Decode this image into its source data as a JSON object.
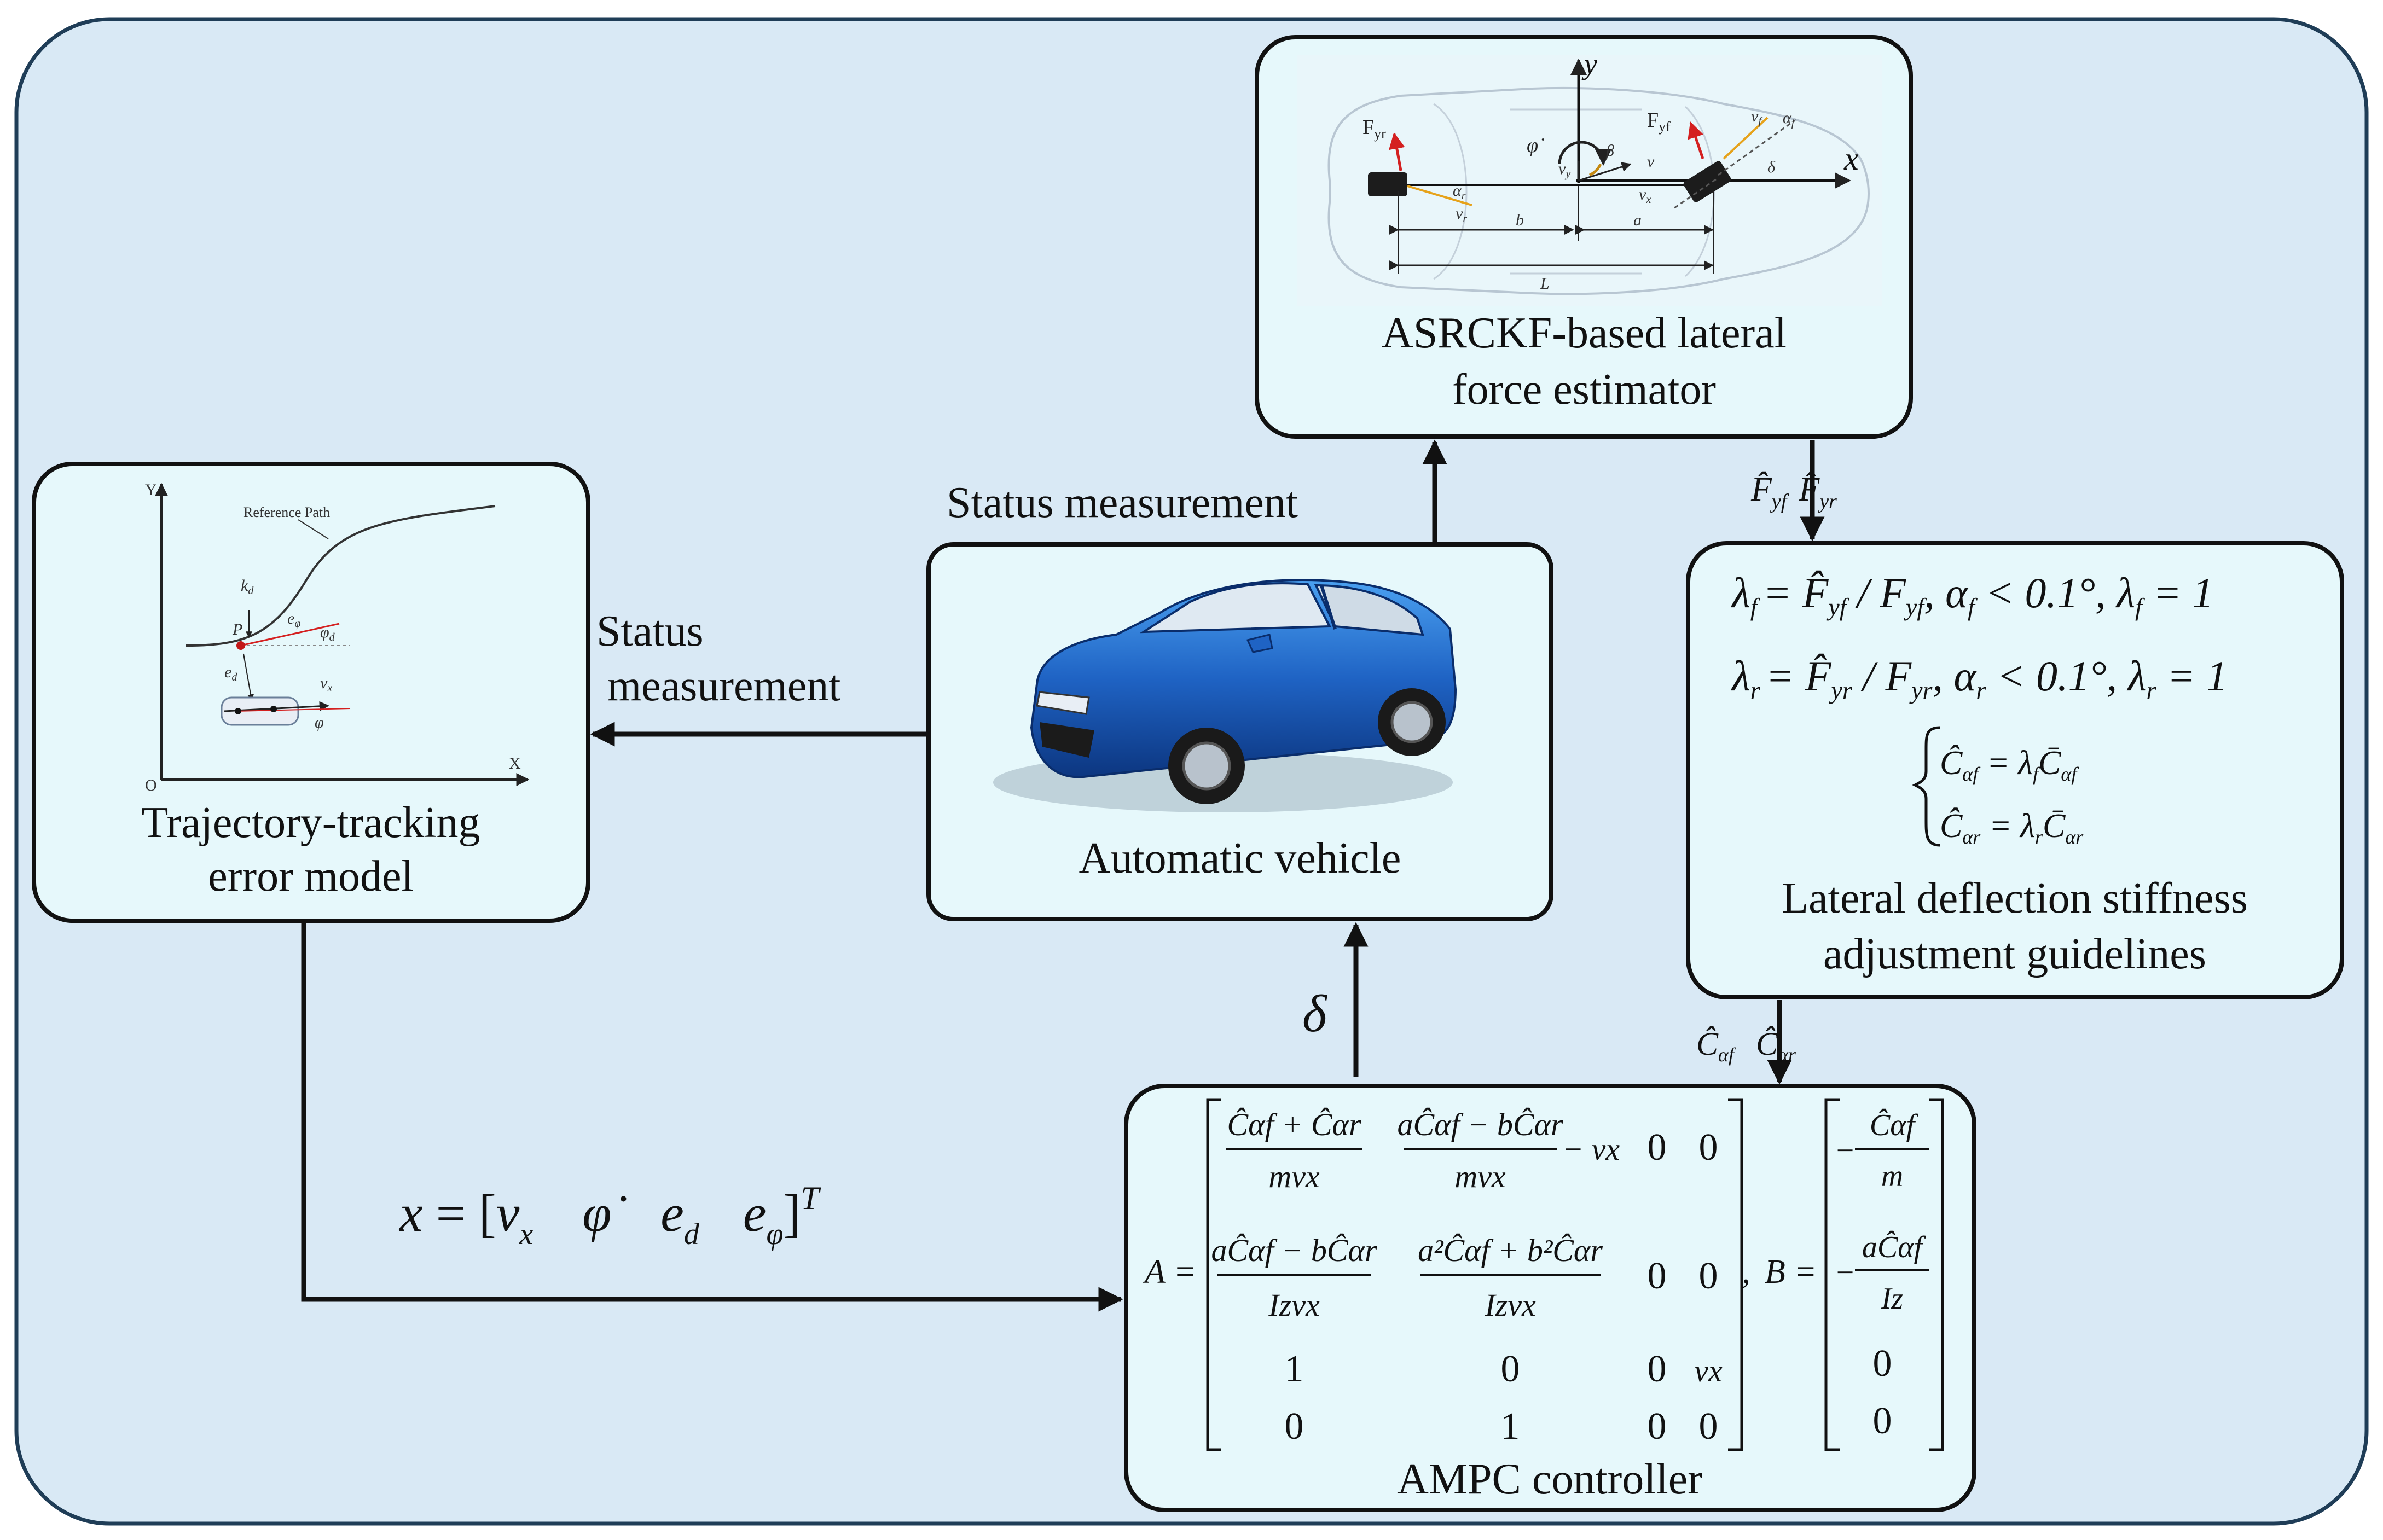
{
  "nodes": {
    "estimator": {
      "title_line1": "ASRCKF-based   lateral",
      "title_line2": "force estimator",
      "sketch": {
        "axis_y": "y",
        "axis_x": "x",
        "fyr": "F",
        "fyr_sub": "yr",
        "fyf": "F",
        "fyf_sub": "yf",
        "phi": "φ̇",
        "beta": "β",
        "vy": "v",
        "vy_sub": "y",
        "v": "v",
        "vx": "v",
        "vx_sub": "x",
        "vf": "v",
        "vf_sub": "f",
        "af": "α",
        "af_sub": "f",
        "delta": "δ",
        "ar": "α",
        "ar_sub": "r",
        "vr": "v",
        "vr_sub": "r",
        "b": "b",
        "a": "a",
        "L": "L"
      }
    },
    "vehicle": {
      "title": "Automatic vehicle"
    },
    "error_model": {
      "title_line1": "Trajectory-tracking",
      "title_line2": "error model",
      "sketch": {
        "y_axis": "Y",
        "x_axis": "X",
        "origin": "O",
        "reference": "Reference Path",
        "kd": "k",
        "kd_sub": "d",
        "p": "P",
        "ephi": "e",
        "ephi_sub": "φ",
        "phid": "φ",
        "phid_sub": "d",
        "ed": "e",
        "ed_sub": "d",
        "vx": "v",
        "vx_sub": "x",
        "phi": "φ"
      }
    },
    "stiffness": {
      "title_line1": "Lateral deflection stiffness",
      "title_line2": "adjustment guidelines",
      "eq1": {
        "lhs": "λ",
        "lhs_sub": "f",
        "rhs": "= F̂",
        "rhs_sub": "yf",
        "div": " / F",
        "div_sub": "yf",
        "cond": ",   α",
        "cond_sub": "f",
        "cond_rest": " < 0.1°, λ",
        "cond_sub2": "f",
        "tail": " = 1"
      },
      "eq2": {
        "lhs": "λ",
        "lhs_sub": "r",
        "rhs": "= F̂",
        "rhs_sub": "yr",
        "div": " / F",
        "div_sub": "yr",
        "cond": ",   α",
        "cond_sub": "r",
        "cond_rest": " < 0.1°, λ",
        "cond_sub2": "r",
        "tail": " = 1"
      },
      "sys1": {
        "lhs": "Ĉ",
        "lhs_sub": "αf",
        "mid": " = λ",
        "mid_sub": "f",
        "rhs": "C̄",
        "rhs_sub": "αf"
      },
      "sys2": {
        "lhs": "Ĉ",
        "lhs_sub": "αr",
        "mid": " = λ",
        "mid_sub": "r",
        "rhs": "C̄",
        "rhs_sub": "αr"
      }
    },
    "ampc": {
      "title": "AMPC controller",
      "a_label": "A =",
      "b_label": "B =",
      "comma": ",",
      "row1": {
        "c1_num": "Ĉαf + Ĉαr",
        "c1_den": "mvx",
        "c2_num": "aĈαf − bĈαr",
        "c2_den": "mvx",
        "c2_tail": "− vx",
        "c3": "0",
        "c4": "0"
      },
      "row2": {
        "c1_num": "aĈαf − bĈαr",
        "c1_den": "Izvx",
        "c2_num": "a²Ĉαf + b²Ĉαr",
        "c2_den": "Izvx",
        "c3": "0",
        "c4": "0"
      },
      "row3": {
        "c1": "1",
        "c2": "0",
        "c3": "0",
        "c4": "vx"
      },
      "row4": {
        "c1": "0",
        "c2": "1",
        "c3": "0",
        "c4": "0"
      },
      "b_col": {
        "r1_sign": "−",
        "r1_num": "Ĉαf",
        "r1_den": "m",
        "r2_sign": "−",
        "r2_num": "aĈαf",
        "r2_den": "Iz",
        "r3": "0",
        "r4": "0"
      }
    }
  },
  "edges": {
    "status_top": "Status measurement",
    "status_left_line1": "Status",
    "status_left_line2": "measurement",
    "forces": {
      "f1": "F̂",
      "f1_sub": "yf",
      "f2": "F̂",
      "f2_sub": "yr"
    },
    "stiffness_out": {
      "c1": "Ĉ",
      "c1_sub": "αf",
      "c2": "Ĉ",
      "c2_sub": "αr"
    },
    "delta": "δ",
    "state": {
      "x": "x",
      "eq": " = [",
      "vx": "v",
      "vx_sub": "x",
      "phi": "φ̇",
      "ed": "e",
      "ed_sub": "d",
      "ephi": "e",
      "ephi_sub": "φ",
      "close": "]",
      "T": "T"
    }
  },
  "colors": {
    "outer_fill": "#d9e9f5",
    "box_fill": "#e6f8fb",
    "car_blue": "#1f63c4",
    "force_red": "#d42020",
    "slip_orange": "#e6a21a"
  }
}
